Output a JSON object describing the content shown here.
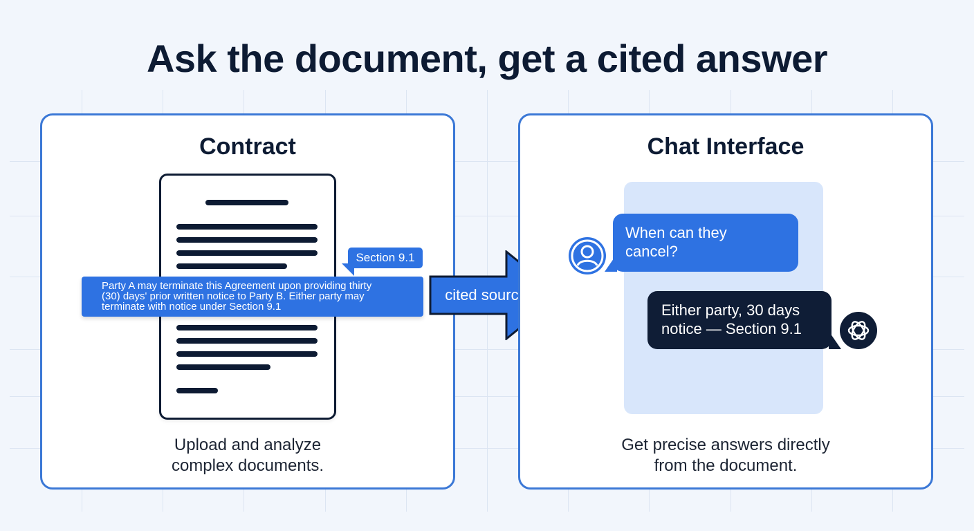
{
  "title": "Ask the document, get a cited answer",
  "left_panel": {
    "title": "Contract",
    "citation_tag": "Section 9.1",
    "highlight_lines": [
      "Party A may terminate this Agreement upon providing thirty",
      "(30) days' prior written notice to Party B. Either party may",
      "terminate with notice under Section 9.1"
    ],
    "caption_lines": [
      "Upload and analyze",
      "complex documents."
    ]
  },
  "arrow": {
    "label": "cited source"
  },
  "right_panel": {
    "title": "Chat Interface",
    "user_message_lines": [
      "When can they",
      "cancel?"
    ],
    "bot_message_lines": [
      "Either party, 30 days",
      "notice — Section 9.1"
    ],
    "caption_lines": [
      "Get precise answers directly",
      "from the document."
    ]
  },
  "colors": {
    "accent_blue": "#2e72e2",
    "panel_border": "#3b78d6",
    "navy": "#0d1b33",
    "chat_background": "#d8e6fb"
  },
  "icons": {
    "user": "user-avatar-icon",
    "assistant": "ai-assistant-icon",
    "document": "document-icon",
    "arrow": "arrow-right-icon"
  }
}
